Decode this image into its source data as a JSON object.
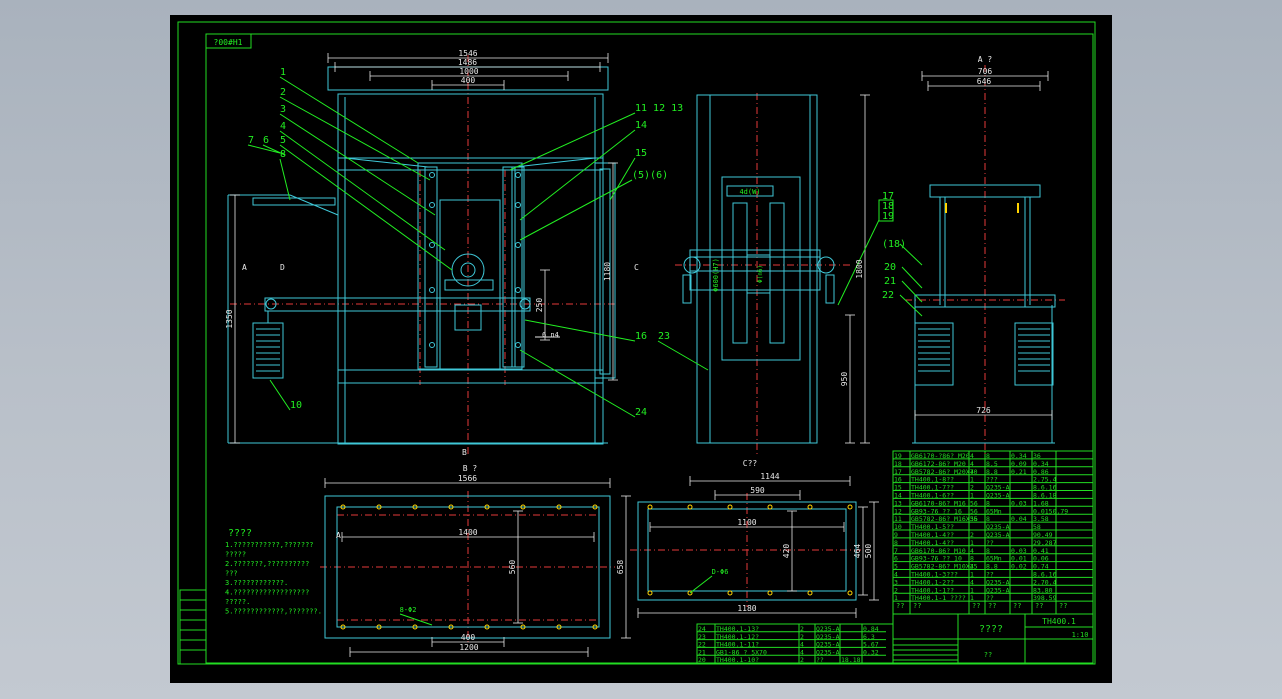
{
  "drawing": {
    "code_stamp": "?00#H1",
    "palette": {
      "frame": "#22dd22",
      "part": "#3fc8d8",
      "center": "#e33a3a",
      "dim": "#e8e8e8",
      "label": "#22ee22",
      "accent": "#ffd400",
      "black": "#000000"
    },
    "front_view": {
      "dims": [
        "1546",
        "1486",
        "1000",
        "400"
      ],
      "height_left": "1350",
      "dim_250": "250",
      "dim_1180": "1180",
      "label_a": "A",
      "label_b": "B",
      "label_c": "C",
      "label_d": "D",
      "weld_note": "6 n4",
      "leaders": [
        "1",
        "2",
        "3",
        "4",
        "5",
        "7",
        "6",
        "8",
        "10",
        "11 12 13",
        "14",
        "15",
        "(5)(6)",
        "16",
        "23",
        "24"
      ]
    },
    "side_view": {
      "top_tag": "4d(W)",
      "left_tag": "Φ600(H7)",
      "mid_tag": "Φ(n6)",
      "right_dim": "1800",
      "lower_dim": "950",
      "leaders": [
        "17",
        "18",
        "19"
      ]
    },
    "a_view": {
      "title": "A ?",
      "dims": [
        "706",
        "646",
        "726"
      ],
      "leaders": [
        "(18)",
        "20",
        "21",
        "22"
      ]
    },
    "b_view": {
      "title": "B ?",
      "dims": [
        "1566",
        "1400",
        "560",
        "658",
        "400",
        "1200"
      ],
      "left_tag": "8-Φ2",
      "left_mark": "A"
    },
    "c_view": {
      "title": "C??",
      "dims": [
        "1144",
        "590",
        "1100",
        "420",
        "464",
        "500",
        "1180"
      ],
      "hole_tag": "D-Φ6"
    },
    "notes": {
      "title": "????",
      "lines": [
        "1.???????????,???????",
        "  ?????",
        "2.???????,??????????",
        "  ???",
        "3.????????????.",
        "4.??????????????????",
        "  ?????.",
        "5.????????????,???????."
      ]
    },
    "bom_upper": [
      [
        "19",
        "GB6170-?86? M20",
        "4",
        "8",
        "0.34",
        "36"
      ],
      [
        "18",
        "GB6172-86? M20",
        "4",
        "8.5",
        "0.09",
        "0.34"
      ],
      [
        "17",
        "GB5782-86? M20X70",
        "4",
        "8.8",
        "0.21",
        "0.86"
      ],
      [
        "16",
        "TH400.1-8??",
        "1",
        "???",
        "",
        "2.75.4"
      ],
      [
        "15",
        "TH400.1-7??",
        "2",
        "Q235-A",
        "",
        "8.6.16"
      ],
      [
        "14",
        "TH400.1-6??",
        "1",
        "Q235-A",
        "",
        "8.6.18"
      ],
      [
        "13",
        "GB6170-86? M16",
        "56",
        "8",
        "0.03",
        "1.68"
      ],
      [
        "12",
        "GB93-76 ?? 16",
        "56",
        "65Mn",
        "",
        "0.0150.79"
      ],
      [
        "11",
        "GB5782-86? M16X35",
        "56",
        "8",
        "0.04",
        "3.58"
      ],
      [
        "10",
        "TH400.1-5??",
        "",
        "Q235-A",
        "",
        "58"
      ],
      [
        "9",
        "TH400.1-4??",
        "2",
        "Q235-A",
        "",
        "90.49"
      ],
      [
        "8",
        "TH400.1-4??",
        "1",
        "??",
        "",
        "29.287"
      ],
      [
        "7",
        "GB6170-86? M10",
        "4",
        "8",
        "0.03",
        "0.41"
      ],
      [
        "6",
        "GB93-76 ?? 10",
        "8",
        "65Mn",
        "0.01",
        "0.06"
      ],
      [
        "5",
        "GB5782-86? M10X25",
        "4",
        "8.8",
        "0.02",
        "0.74"
      ],
      [
        "4",
        "TH400.1-3???",
        "1",
        "??",
        "",
        "8.6.16"
      ],
      [
        "3",
        "TH400.1-2??",
        "4",
        "Q235-A",
        "",
        "2.70.4"
      ],
      [
        "2",
        "TH400.1-1??",
        "1",
        "Q235-A",
        "",
        "83.80"
      ],
      [
        "1",
        "TH400.1-1 ????",
        "1",
        "??",
        "",
        "398.59"
      ]
    ],
    "bom_upper_header": [
      "??",
      "??",
      "??",
      "??",
      "??",
      "??",
      "??"
    ],
    "bom_lower": [
      [
        "24",
        "TH400.1-13?",
        "2",
        "Q235-A",
        "",
        "0.84"
      ],
      [
        "23",
        "TH400.1-12?",
        "2",
        "Q235-A",
        "",
        "6.3"
      ],
      [
        "22",
        "TH400.1-11?",
        "4",
        "Q235-A",
        "",
        "5.67"
      ],
      [
        "21",
        "GB1-86 ? 5X70",
        "4",
        "Q235-A",
        "",
        "0.32"
      ],
      [
        "20",
        "TH400.1-10?",
        "2",
        "??",
        "18.18",
        ""
      ]
    ],
    "title_block": {
      "name": "????",
      "code": "TH400.1",
      "scale": "1:10",
      "sign": "??"
    }
  }
}
